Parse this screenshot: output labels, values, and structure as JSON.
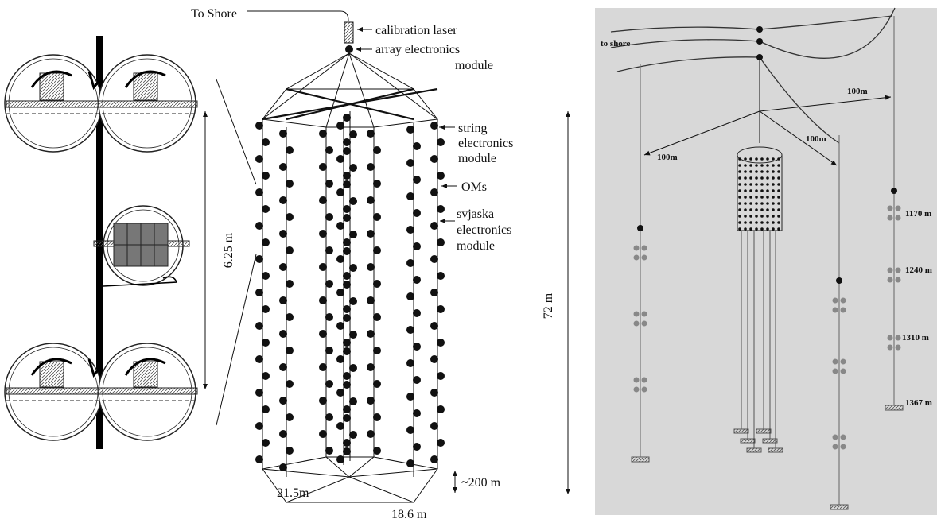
{
  "left_panel": {
    "label_spacing": "6.25 m"
  },
  "middle_panel": {
    "to_shore": "To Shore",
    "calibration_laser": "calibration laser",
    "array_electronics_1": "array electronics",
    "array_electronics_2": "module",
    "string_electronics_1": "string",
    "string_electronics_2": "electronics",
    "string_electronics_3": "module",
    "oms": "OMs",
    "svjaska_1": "svjaska",
    "svjaska_2": "electronics",
    "svjaska_3": "module",
    "height": "72 m",
    "depth_spacing": "~200 m",
    "width_inner": "21.5m",
    "width_outer": "18.6 m"
  },
  "right_panel": {
    "to_shore": "to shore",
    "dist_right": "100m",
    "dist_left": "100m",
    "dist_mid": "100m",
    "depth_1": "1170 m",
    "depth_2": "1240 m",
    "depth_3": "1310 m",
    "depth_4": "1367 m"
  }
}
